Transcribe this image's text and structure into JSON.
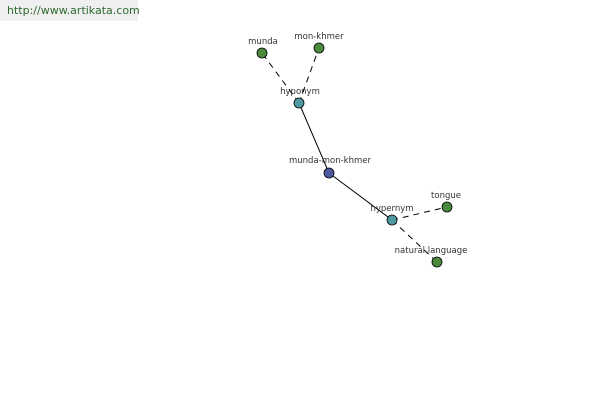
{
  "header": {
    "url": "http://www.artikata.com"
  },
  "colors": {
    "root_node": "#4b5aa0",
    "relation_node": "#4e9aa0",
    "leaf_node": "#4a8a3c",
    "url_text": "#2f6a2f"
  },
  "graph": {
    "nodes": [
      {
        "id": "munda",
        "label": "munda",
        "type": "leaf"
      },
      {
        "id": "mon-khmer",
        "label": "mon-khmer",
        "type": "leaf"
      },
      {
        "id": "hyponym",
        "label": "hyponym",
        "type": "relation"
      },
      {
        "id": "munda-mon-khmer",
        "label": "munda-mon-khmer",
        "type": "root"
      },
      {
        "id": "hypernym",
        "label": "hypernym",
        "type": "relation"
      },
      {
        "id": "tongue",
        "label": "tongue",
        "type": "leaf"
      },
      {
        "id": "natural-language",
        "label": "natural language",
        "type": "leaf"
      }
    ],
    "edges": [
      {
        "from": "hyponym",
        "to": "munda",
        "style": "dashed"
      },
      {
        "from": "hyponym",
        "to": "mon-khmer",
        "style": "dashed"
      },
      {
        "from": "munda-mon-khmer",
        "to": "hyponym",
        "style": "solid"
      },
      {
        "from": "munda-mon-khmer",
        "to": "hypernym",
        "style": "solid"
      },
      {
        "from": "hypernym",
        "to": "tongue",
        "style": "dashed"
      },
      {
        "from": "hypernym",
        "to": "natural-language",
        "style": "dashed"
      }
    ]
  }
}
